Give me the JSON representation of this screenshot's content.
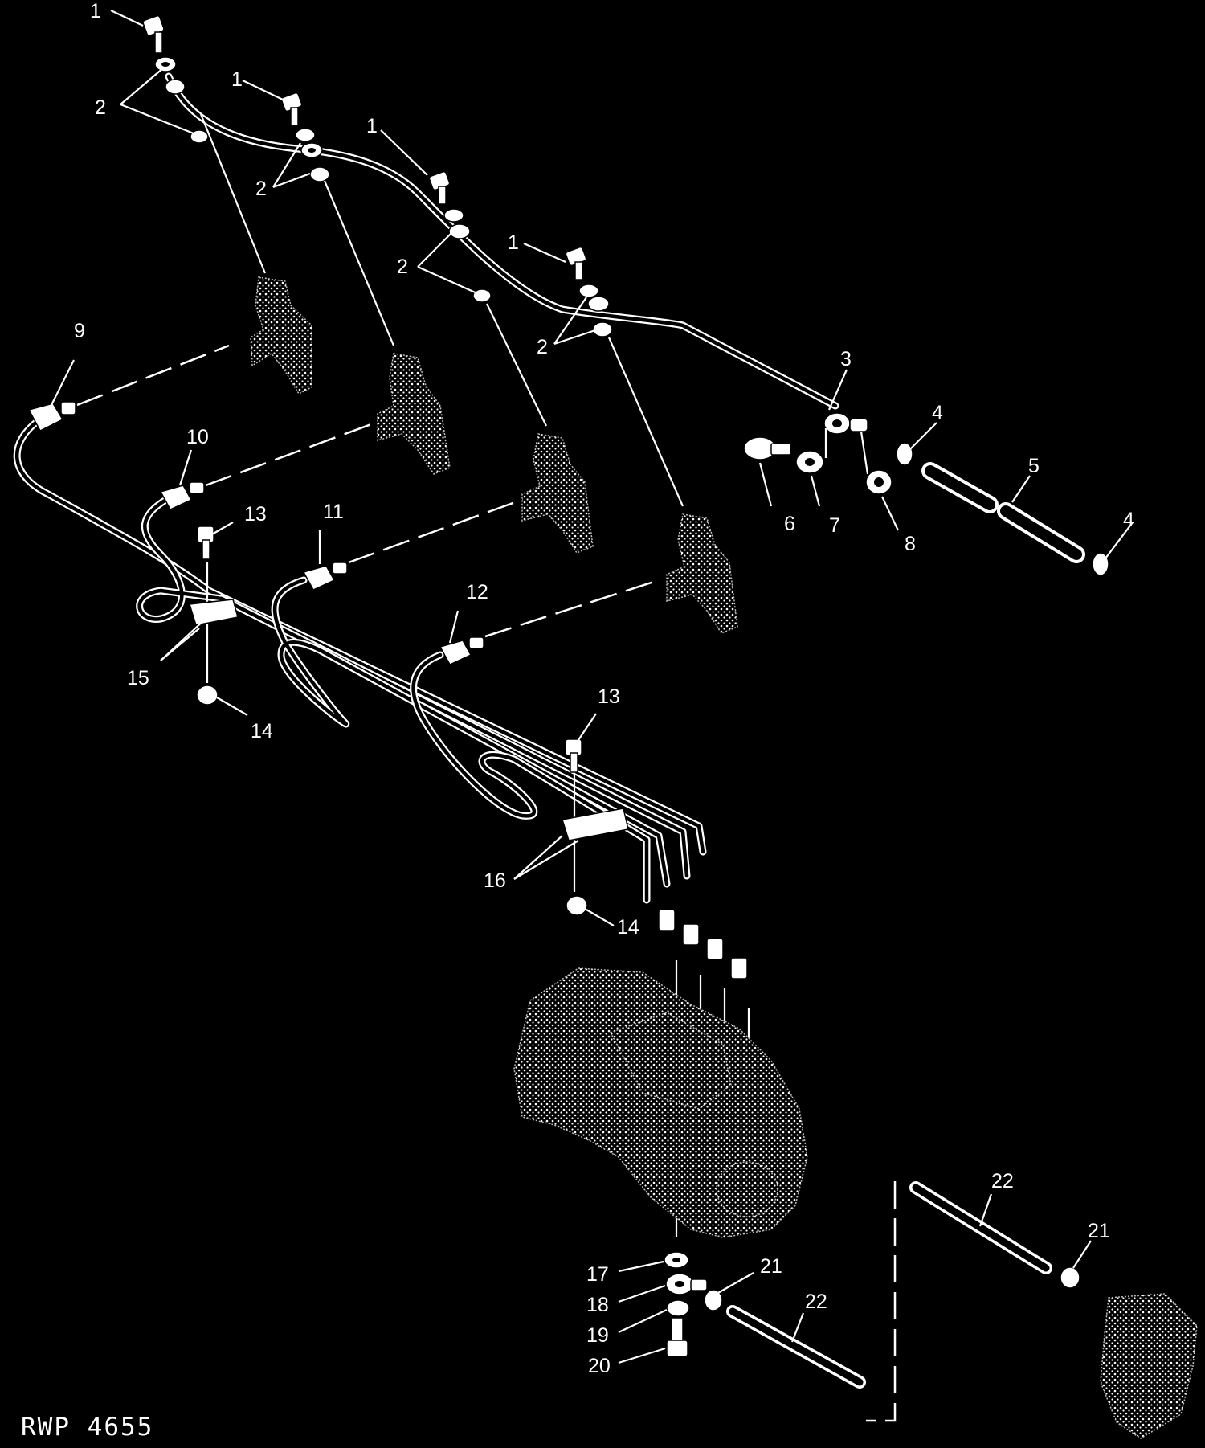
{
  "figure_code": "RWP 4655",
  "callout_labels": {
    "c1a": "1",
    "c1b": "1",
    "c1c": "1",
    "c1d": "1",
    "c2a": "2",
    "c2b": "2",
    "c2c": "2",
    "c2d": "2",
    "c3": "3",
    "c4a": "4",
    "c4b": "4",
    "c5": "5",
    "c6": "6",
    "c7": "7",
    "c8": "8",
    "c9": "9",
    "c10": "10",
    "c11": "11",
    "c12": "12",
    "c13a": "13",
    "c13b": "13",
    "c14a": "14",
    "c14b": "14",
    "c15": "15",
    "c16": "16",
    "c17": "17",
    "c18": "18",
    "c19": "19",
    "c20": "20",
    "c21a": "21",
    "c21b": "21",
    "c22a": "22",
    "c22b": "22"
  },
  "colors": {
    "background": "#000000",
    "linework": "#ffffff"
  }
}
